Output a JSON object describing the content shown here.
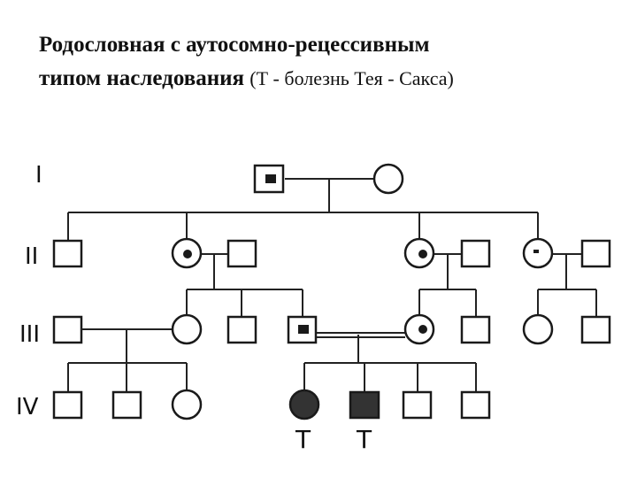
{
  "title": {
    "line1": "Родословная с аутосомно-рецессивным",
    "line2_bold": "типом наследования",
    "line2_normal": "(Т - болезнь Тея - Сакса)"
  },
  "generations": [
    "I",
    "II",
    "III",
    "IV"
  ],
  "affected_label": "Т"
}
